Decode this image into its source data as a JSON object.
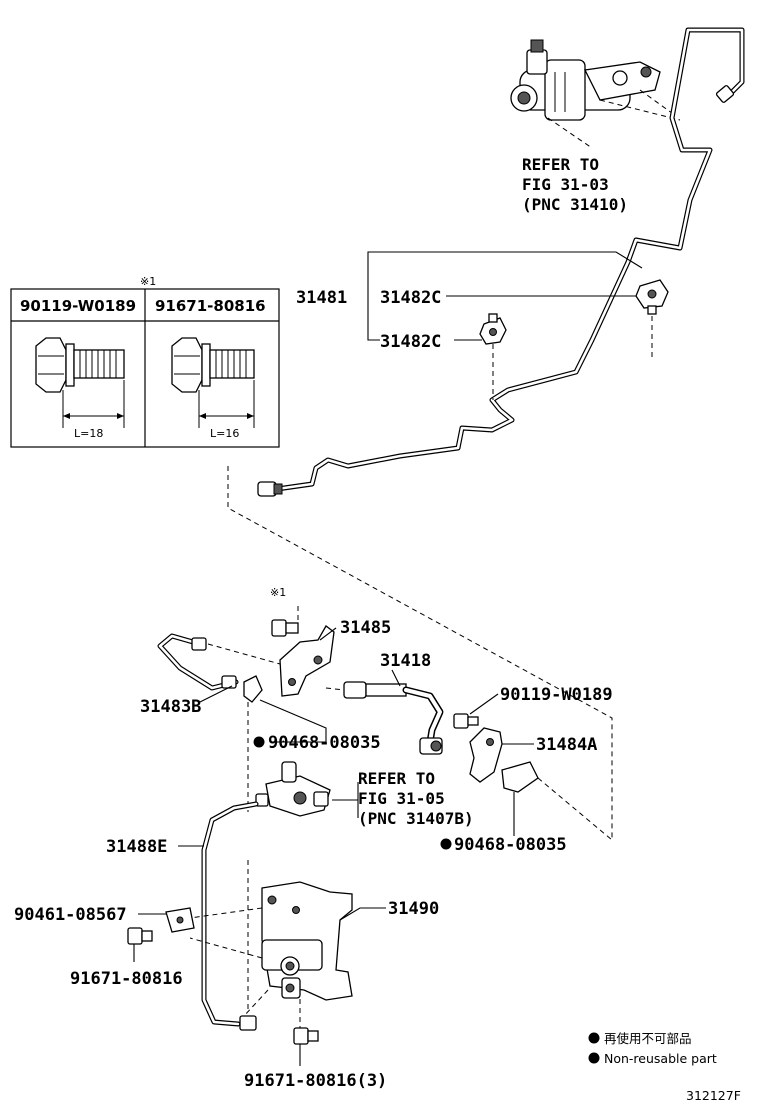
{
  "labels": {
    "p31481": "31481",
    "p31482c_top": "31482C",
    "p31482c_bottom": "31482C",
    "p31485": "31485",
    "p31418": "31418",
    "p31483b": "31483B",
    "p90119_w0189": "90119-W0189",
    "p31484a": "31484A",
    "p90468_a": "90468-08035",
    "p90468_b": "90468-08035",
    "p31488e": "31488E",
    "p31490": "31490",
    "p90461": "90461-08567",
    "p91671_a": "91671-80816",
    "p91671_b": "91671-80816(3)"
  },
  "references": {
    "top": [
      "REFER TO",
      "FIG 31-03",
      "(PNC 31410)"
    ],
    "middle": [
      "REFER TO",
      "FIG 31-05",
      "(PNC 31407B)"
    ]
  },
  "inset_table": {
    "marker": "※1",
    "columns": [
      {
        "part": "90119-W0189",
        "length": "L=18"
      },
      {
        "part": "91671-80816",
        "length": "L=16"
      }
    ]
  },
  "callout_mark": "※1",
  "legend": {
    "items": [
      {
        "symbol": "●",
        "text": "再使用不可部品"
      },
      {
        "symbol": "●",
        "text": "Non-reusable part"
      }
    ]
  },
  "figure_id": "312127F"
}
